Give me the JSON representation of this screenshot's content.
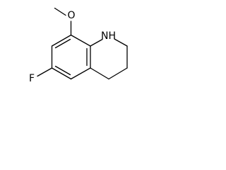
{
  "molecule": {
    "atom_labels": {
      "oxygen": "O",
      "nitrogen_hydrogen": "NH",
      "fluorine": "F"
    },
    "colors": {
      "bond": "#000000",
      "label": "#000000",
      "background": "#ffffff"
    }
  }
}
